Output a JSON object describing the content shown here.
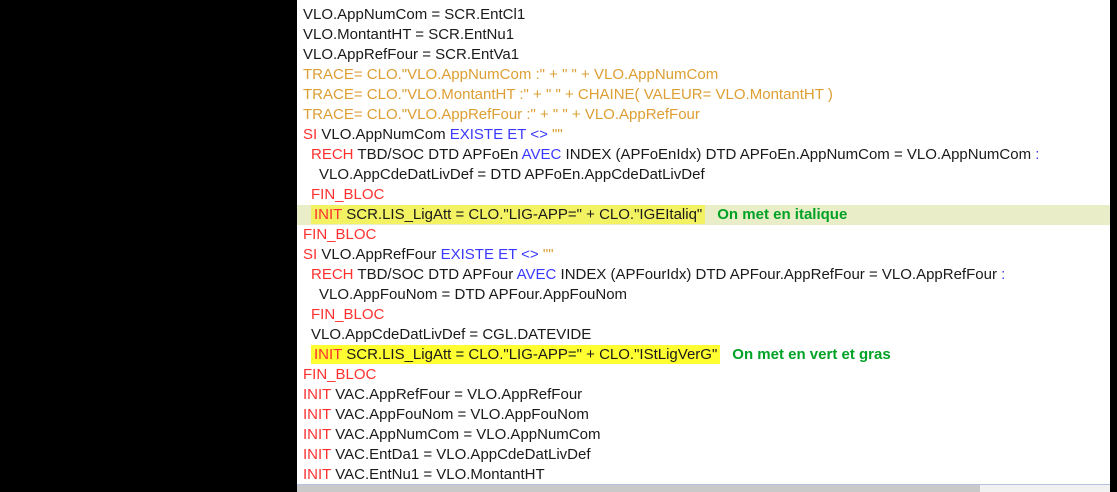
{
  "window": {
    "matte_color": "#000000"
  },
  "editor": {
    "background": "#ffffff",
    "palette": {
      "black": "#1a1a1a",
      "red": "#ff3030",
      "blue": "#3a3aff",
      "orange": "#dd9e33",
      "green": "#00a226",
      "hl_yellow_soft": "#f2f262",
      "hl_yellow_bright": "#ffff31",
      "band_pale": "#e9edc8"
    },
    "lines": [
      {
        "indent": 0,
        "segments": [
          {
            "text": "VLO.AppNumCom = SCR.EntCl1",
            "color": "black"
          }
        ]
      },
      {
        "indent": 0,
        "segments": [
          {
            "text": "VLO.MontantHT = SCR.EntNu1",
            "color": "black"
          }
        ]
      },
      {
        "indent": 0,
        "segments": [
          {
            "text": "VLO.AppRefFour = SCR.EntVa1",
            "color": "black"
          }
        ]
      },
      {
        "indent": 0,
        "segments": [
          {
            "text": "TRACE= CLO.\"VLO.AppNumCom :\" + \" \" + VLO.AppNumCom",
            "color": "orange"
          }
        ]
      },
      {
        "indent": 0,
        "segments": [
          {
            "text": "TRACE= CLO.\"VLO.MontantHT :\" + \" \" + CHAINE( VALEUR= VLO.MontantHT )",
            "color": "orange"
          }
        ]
      },
      {
        "indent": 0,
        "segments": [
          {
            "text": "TRACE= CLO.\"VLO.AppRefFour :\" + \" \" + VLO.AppRefFour",
            "color": "orange"
          }
        ]
      },
      {
        "indent": 0,
        "segments": [
          {
            "text": "SI",
            "color": "red"
          },
          {
            "text": " VLO.AppNumCom ",
            "color": "black"
          },
          {
            "text": "EXISTE ET <>",
            "color": "blue"
          },
          {
            "text": " \"\"",
            "color": "orange"
          }
        ]
      },
      {
        "indent": 1,
        "segments": [
          {
            "text": "RECH",
            "color": "red"
          },
          {
            "text": " TBD/SOC DTD APFoEn ",
            "color": "black"
          },
          {
            "text": "AVEC",
            "color": "blue"
          },
          {
            "text": " INDEX (APFoEnIdx) DTD APFoEn.AppNumCom = VLO.AppNumCom ",
            "color": "black"
          },
          {
            "text": ":",
            "color": "blue"
          }
        ]
      },
      {
        "indent": 2,
        "segments": [
          {
            "text": "VLO.AppCdeDatLivDef = DTD APFoEn.AppCdeDatLivDef",
            "color": "black"
          }
        ]
      },
      {
        "indent": 1,
        "segments": [
          {
            "text": "FIN_BLOC",
            "color": "red"
          }
        ]
      },
      {
        "indent": 1,
        "band": true,
        "highlight": "hl_yellow_soft",
        "segments": [
          {
            "text": "INIT",
            "color": "red"
          },
          {
            "text": " SCR.LIS_LigAtt = CLO.\"LIG-APP=\" + CLO.\"IGEItaliq\"",
            "color": "black"
          }
        ],
        "comment": "On met en italique"
      },
      {
        "indent": 0,
        "segments": [
          {
            "text": "FIN_BLOC",
            "color": "red"
          }
        ]
      },
      {
        "indent": 0,
        "segments": [
          {
            "text": "SI",
            "color": "red"
          },
          {
            "text": " VLO.AppRefFour ",
            "color": "black"
          },
          {
            "text": "EXISTE ET <>",
            "color": "blue"
          },
          {
            "text": " \"\"",
            "color": "orange"
          }
        ]
      },
      {
        "indent": 1,
        "segments": [
          {
            "text": "RECH",
            "color": "red"
          },
          {
            "text": " TBD/SOC DTD APFour ",
            "color": "black"
          },
          {
            "text": "AVEC",
            "color": "blue"
          },
          {
            "text": " INDEX (APFourIdx) DTD APFour.AppRefFour = VLO.AppRefFour ",
            "color": "black"
          },
          {
            "text": ":",
            "color": "blue"
          }
        ]
      },
      {
        "indent": 2,
        "segments": [
          {
            "text": "VLO.AppFouNom = DTD APFour.AppFouNom",
            "color": "black"
          }
        ]
      },
      {
        "indent": 1,
        "segments": [
          {
            "text": "FIN_BLOC",
            "color": "red"
          }
        ]
      },
      {
        "indent": 1,
        "segments": [
          {
            "text": "VLO.AppCdeDatLivDef = CGL.DATEVIDE",
            "color": "black"
          }
        ]
      },
      {
        "indent": 1,
        "highlight": "hl_yellow_bright",
        "segments": [
          {
            "text": "INIT",
            "color": "red"
          },
          {
            "text": " SCR.LIS_LigAtt = CLO.\"LIG-APP=\" + CLO.\"IStLigVerG\"",
            "color": "black"
          }
        ],
        "comment": "On met en vert et gras"
      },
      {
        "indent": 0,
        "segments": [
          {
            "text": "FIN_BLOC",
            "color": "red"
          }
        ]
      },
      {
        "indent": 0,
        "segments": [
          {
            "text": "INIT",
            "color": "red"
          },
          {
            "text": " VAC.AppRefFour = VLO.AppRefFour",
            "color": "black"
          }
        ]
      },
      {
        "indent": 0,
        "segments": [
          {
            "text": "INIT",
            "color": "red"
          },
          {
            "text": " VAC.AppFouNom = VLO.AppFouNom",
            "color": "black"
          }
        ]
      },
      {
        "indent": 0,
        "segments": [
          {
            "text": "INIT",
            "color": "red"
          },
          {
            "text": " VAC.AppNumCom = VLO.AppNumCom",
            "color": "black"
          }
        ]
      },
      {
        "indent": 0,
        "segments": [
          {
            "text": "INIT",
            "color": "red"
          },
          {
            "text": " VAC.EntDa1 = VLO.AppCdeDatLivDef",
            "color": "black"
          }
        ]
      },
      {
        "indent": 0,
        "segments": [
          {
            "text": "INIT",
            "color": "red"
          },
          {
            "text": " VAC.EntNu1 = VLO.MontantHT",
            "color": "black"
          }
        ]
      }
    ],
    "scrollbar": {
      "orientation": "horizontal",
      "thumb_fraction": 0.84,
      "track_color": "#f1f1f1",
      "thumb_color": "#c9c9c9",
      "border_color": "#b5c3e0"
    }
  }
}
